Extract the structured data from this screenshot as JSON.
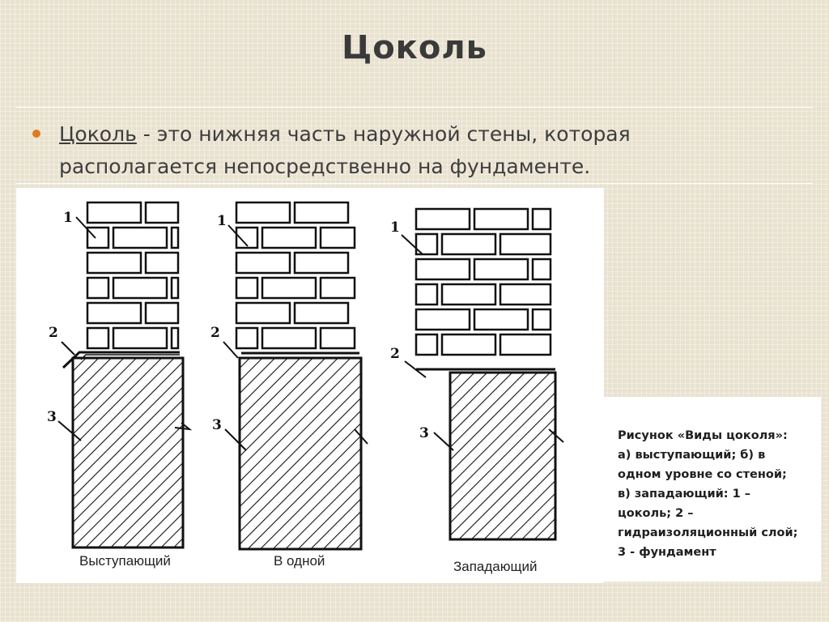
{
  "slide": {
    "title": "Цоколь",
    "bullet_term": "Цоколь",
    "bullet_text": " - это нижняя часть наружной стены, которая располагается непосредственно на фундаменте."
  },
  "figure": {
    "marker_labels": [
      "1",
      "2",
      "3"
    ],
    "variants": [
      {
        "label": "Выступающий"
      },
      {
        "label": "В одной"
      },
      {
        "label": "Западающий"
      }
    ],
    "colors": {
      "line": "#111111",
      "accent_bullet": "#e07b1d"
    }
  },
  "caption": {
    "lines": [
      "Рисунок «Виды цоколя»:",
      "а) выступающий; б) в",
      "одном уровне со стеной;",
      "в) западающий: 1 –",
      "цоколь; 2 –",
      "гидраизоляционный слой;",
      "3 - фундамент"
    ]
  }
}
